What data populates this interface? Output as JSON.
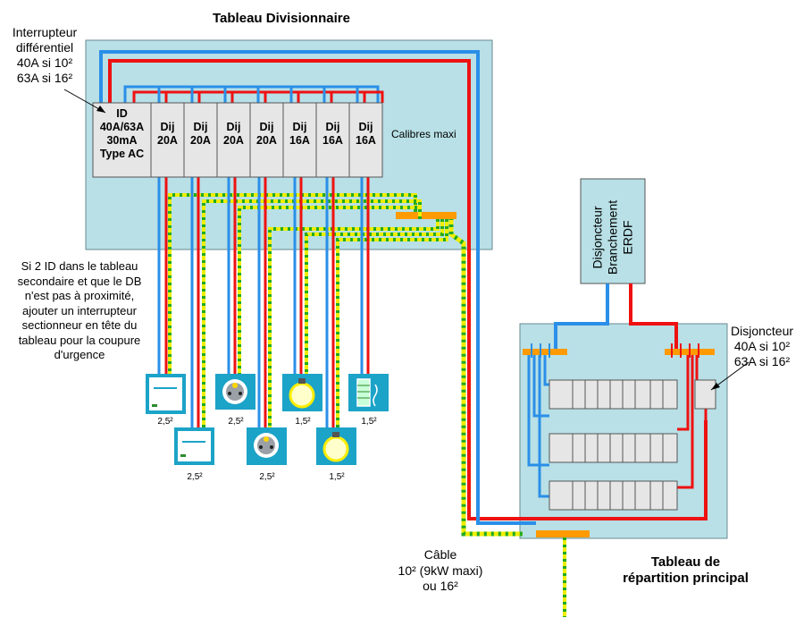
{
  "title_secondary": "Tableau Divisionnaire",
  "title_main": [
    "Tableau de",
    "répartition principal"
  ],
  "calibres_label": "Calibres maxi",
  "id_breaker": [
    "ID",
    "40A/63A",
    "30mA",
    "Type AC"
  ],
  "breakers": [
    {
      "label": "Dij",
      "rating": "20A"
    },
    {
      "label": "Dij",
      "rating": "20A"
    },
    {
      "label": "Dij",
      "rating": "20A"
    },
    {
      "label": "Dij",
      "rating": "20A"
    },
    {
      "label": "Dij",
      "rating": "16A"
    },
    {
      "label": "Dij",
      "rating": "16A"
    },
    {
      "label": "Dij",
      "rating": "16A"
    }
  ],
  "interrupteur_note": [
    "Interrupteur",
    "différentiel",
    "40A si 10²",
    "63A si 16²"
  ],
  "disjoncteur_note": [
    "Disjoncteur",
    "40A si 10²",
    "63A si 16²"
  ],
  "erdf_box": [
    "Disjoncteur",
    "Branchement",
    "ERDF"
  ],
  "advice_note": [
    "Si 2 ID dans le tableau",
    "secondaire et que le DB",
    "n'est pas à proximité,",
    "ajouter un interrupteur",
    "sectionneur en tête du",
    "tableau pour la coupure",
    "d'urgence"
  ],
  "cable_note": [
    "Câble",
    "10² (9kW maxi)",
    "ou 16²"
  ],
  "circuits": [
    {
      "icon": "heater-icon",
      "section": "2,5²"
    },
    {
      "icon": "heater-icon",
      "section": "2,5²"
    },
    {
      "icon": "socket-icon",
      "section": "2,5²"
    },
    {
      "icon": "socket-icon",
      "section": "2,5²"
    },
    {
      "icon": "lamp-icon",
      "section": "1,5²"
    },
    {
      "icon": "lamp-icon",
      "section": "1,5²"
    },
    {
      "icon": "towel-heater-icon",
      "section": "1,5²"
    }
  ],
  "colors": {
    "panel": "#b8e0e6",
    "phase": "#ee1111",
    "neutral": "#2a8fe8",
    "earth_yellow": "#eeee00",
    "earth_green": "#22aa22",
    "bus": "#ff9a00",
    "device": "#e6e6e6"
  }
}
